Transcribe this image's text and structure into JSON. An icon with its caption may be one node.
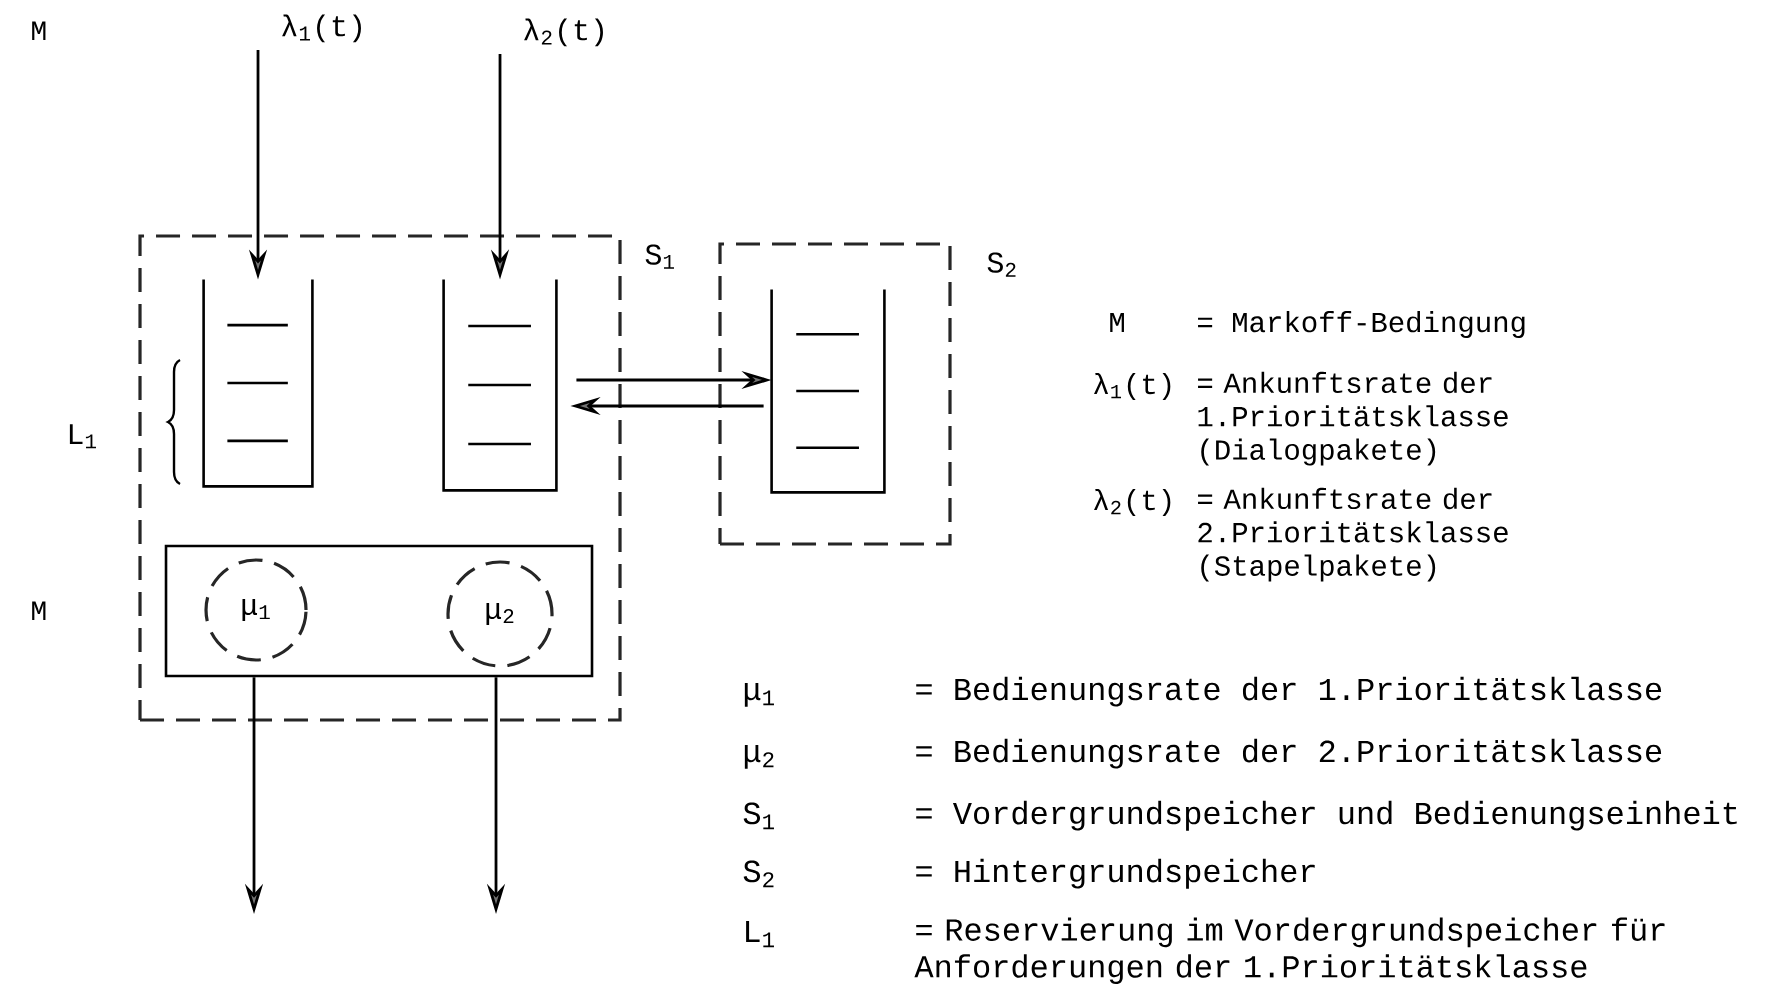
{
  "diagram": {
    "nodes": [
      {
        "text": [
          "S$_{1}$"
        ]
      },
      {
        "text": [
          "S$_{2}$"
        ]
      },
      {
        "text": [],
        "shape": "box",
        "in": 0
      },
      {
        "text": [],
        "shape": "box",
        "in": 0
      },
      {
        "text": [],
        "shape": "box",
        "in": 1
      },
      {
        "text": [],
        "shape": "box",
        "in": 0
      },
      {
        "text": [
          "μ$_{1}$"
        ],
        "in": 5
      },
      {
        "text": [
          "μ$_{2}$"
        ],
        "in": 5
      }
    ],
    "edges": [
      {
        "from": null,
        "to": 2,
        "arrow": "to",
        "label": "λ$_{1}$(t)"
      },
      {
        "from": null,
        "to": 3,
        "arrow": "to",
        "label": "λ$_{2}$(t)"
      },
      {
        "from": 3,
        "to": 4,
        "arrow": "to"
      },
      {
        "from": 4,
        "to": 3,
        "arrow": "to"
      },
      {
        "from": 5,
        "to": null,
        "arrow": "to"
      },
      {
        "from": 5,
        "to": null,
        "arrow": "to"
      }
    ],
    "labels": [
      "M",
      "L$_{1}$",
      "M",
      "M",
      "= Markoff-Bedingung",
      "λ$_{1}$(t)",
      "= Ankunftsrate der 1.Prioritätsklasse (Dialogpakete)",
      "λ$_{2}$(t)",
      "= Ankunftsrate der 2.Prioritätsklasse (Stapelpakete)",
      "μ$_{1}$",
      "= Bedienungsrate der 1.Prioritätsklasse",
      "μ$_{2}$",
      "= Bedienungsrate der 2.Prioritätsklasse",
      "S$_{1}$",
      "= Vordergrundspeicher und Bedienungseinheit",
      "S$_{2}$",
      "= Hintergrundspeicher",
      "L$_{1}$",
      "= Reservierung im Vordergrundspeicher für Anforderungen der 1.Prioritätsklasse"
    ]
  }
}
